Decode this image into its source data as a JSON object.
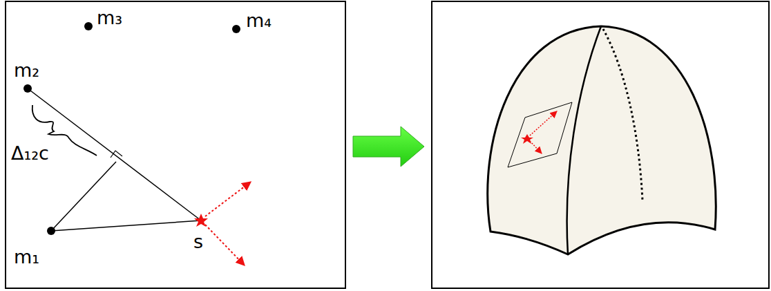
{
  "diagram": {
    "labels": [
      "m₃",
      "m₄",
      "m₂",
      "Δ₁₂c",
      "m₁",
      "s"
    ]
  }
}
